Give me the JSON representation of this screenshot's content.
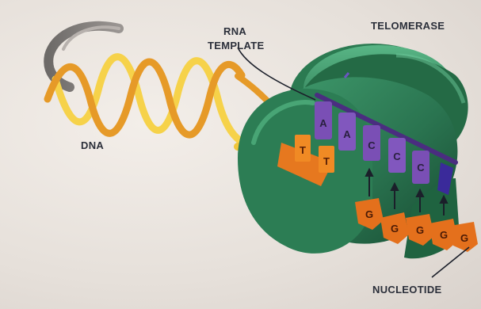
{
  "labels": {
    "rna_template_line1": "RNA",
    "rna_template_line2": "TEMPLATE",
    "telomerase": "TELOMERASE",
    "dna": "DNA",
    "nucleotide": "NUCLEOTIDE"
  },
  "template_bases": [
    "A",
    "A",
    "C",
    "C",
    "C"
  ],
  "dna_bases": [
    "T",
    "T"
  ],
  "nucleotide_bases": [
    "G",
    "G",
    "G",
    "G",
    "G"
  ],
  "colors": {
    "enzyme": "#2e7d55",
    "enzyme_dark": "#1d5a3b",
    "rna": "#7a4fb5",
    "dna_strand": "#f0a020",
    "nucleotide": "#e0701e"
  }
}
